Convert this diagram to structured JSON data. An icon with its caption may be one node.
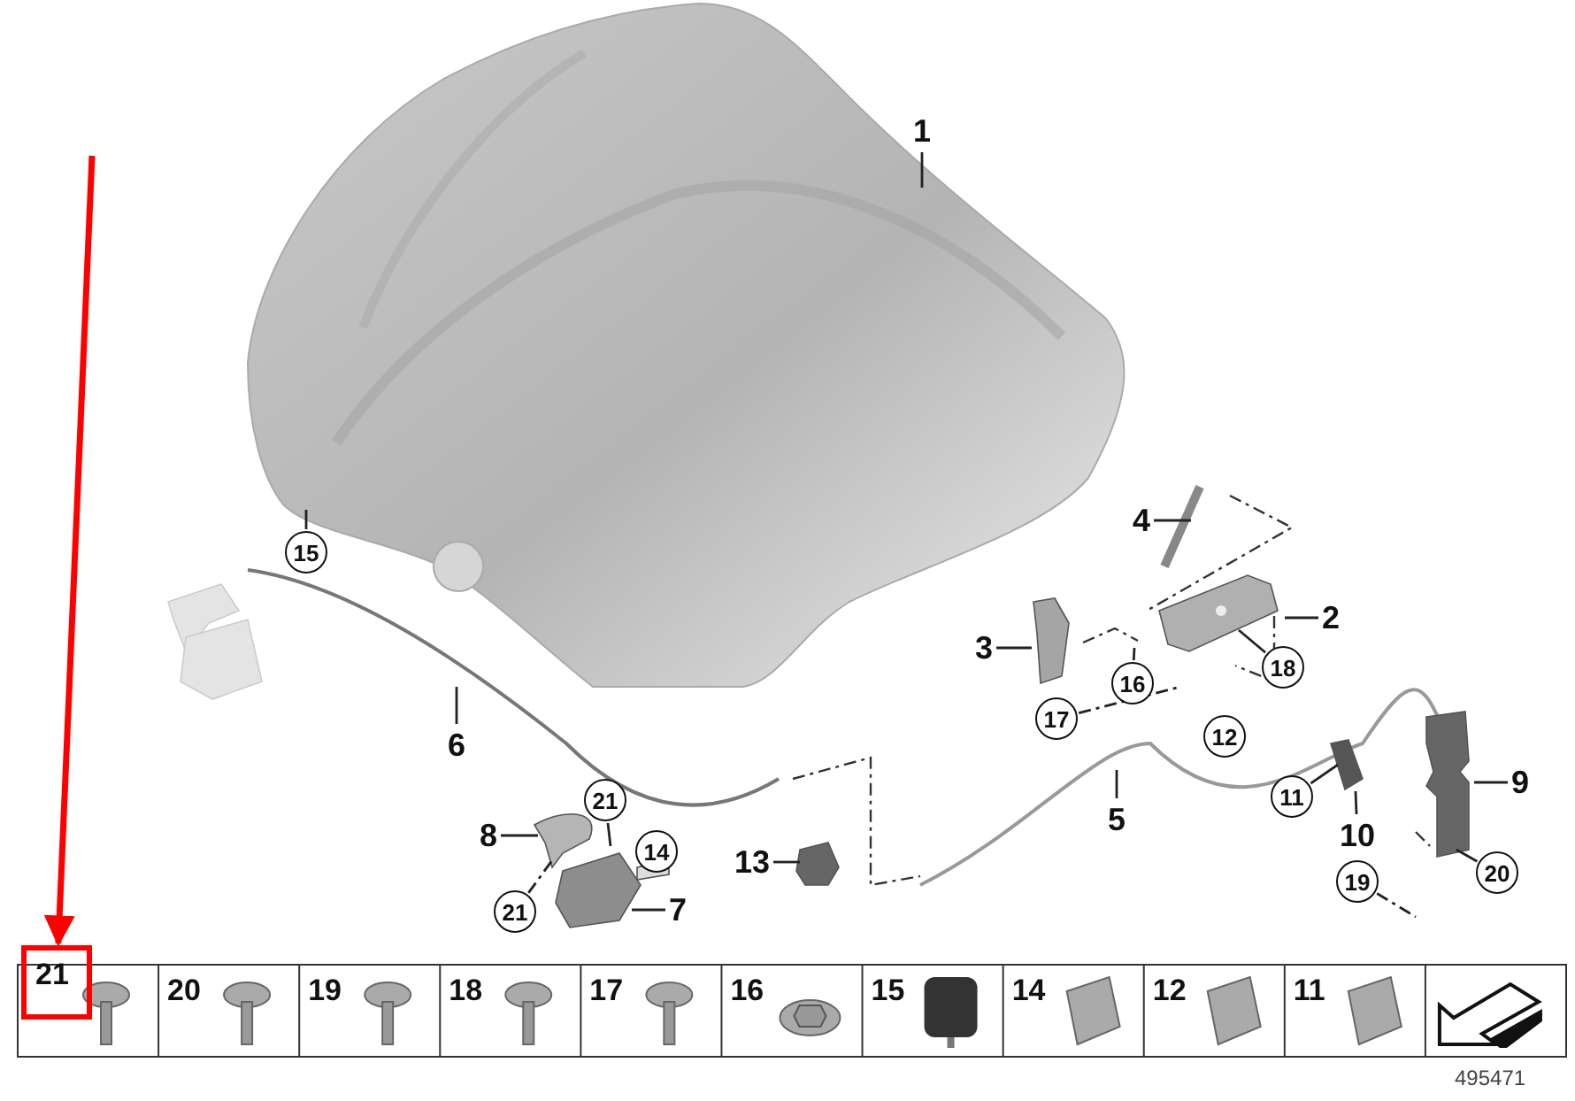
{
  "diagram": {
    "nodes": [
      {
        "text": [
          "1"
        ]
      },
      {
        "text": [
          "15"
        ]
      },
      {
        "text": [
          "4"
        ]
      },
      {
        "text": [
          "2"
        ]
      },
      {
        "text": [
          "3"
        ]
      },
      {
        "text": [
          "16"
        ]
      },
      {
        "text": [
          "18"
        ]
      },
      {
        "text": [
          "17"
        ]
      },
      {
        "text": [
          "12"
        ]
      },
      {
        "text": [
          "6"
        ]
      },
      {
        "text": [
          "21"
        ]
      },
      {
        "text": [
          "8"
        ]
      },
      {
        "text": [
          "14"
        ]
      },
      {
        "text": [
          "13"
        ]
      },
      {
        "text": [
          "5"
        ]
      },
      {
        "text": [
          "11"
        ]
      },
      {
        "text": [
          "10"
        ]
      },
      {
        "text": [
          "9"
        ]
      },
      {
        "text": [
          "21"
        ]
      },
      {
        "text": [
          "20"
        ]
      },
      {
        "text": [
          "19"
        ]
      },
      {
        "text": [
          "7"
        ]
      },
      {
        "text": [
          "21"
        ]
      }
    ],
    "edges": [
      {
        "from": 0,
        "to": null,
        "arrow": "none"
      },
      {
        "from": 1,
        "to": null,
        "arrow": "none"
      },
      {
        "from": 2,
        "to": null,
        "arrow": "none"
      },
      {
        "from": 3,
        "to": null,
        "arrow": "none"
      },
      {
        "from": 4,
        "to": null,
        "arrow": "none"
      },
      {
        "from": 5,
        "to": null,
        "arrow": "none"
      },
      {
        "from": 6,
        "to": null,
        "arrow": "none"
      },
      {
        "from": 7,
        "to": null,
        "arrow": "none",
        "style": "dashed"
      },
      {
        "from": 9,
        "to": null,
        "arrow": "none"
      },
      {
        "from": 10,
        "to": null,
        "arrow": "none"
      },
      {
        "from": 11,
        "to": null,
        "arrow": "none"
      },
      {
        "from": 13,
        "to": null,
        "arrow": "none"
      },
      {
        "from": 14,
        "to": null,
        "arrow": "none"
      },
      {
        "from": 15,
        "to": null,
        "arrow": "none"
      },
      {
        "from": 16,
        "to": null,
        "arrow": "none"
      },
      {
        "from": 17,
        "to": null,
        "arrow": "none"
      },
      {
        "from": 18,
        "to": null,
        "arrow": "none",
        "style": "dashed"
      },
      {
        "from": 19,
        "to": null,
        "arrow": "none"
      },
      {
        "from": 20,
        "to": null,
        "arrow": "none",
        "style": "dashed"
      },
      {
        "from": 21,
        "to": null,
        "arrow": "none"
      },
      {
        "from": null,
        "to": 22,
        "arrow": "to",
        "style": "thick",
        "color": "#ff0000"
      }
    ],
    "labels": [
      "20",
      "19",
      "18",
      "17",
      "16",
      "15",
      "14",
      "12",
      "11",
      "495471"
    ]
  }
}
